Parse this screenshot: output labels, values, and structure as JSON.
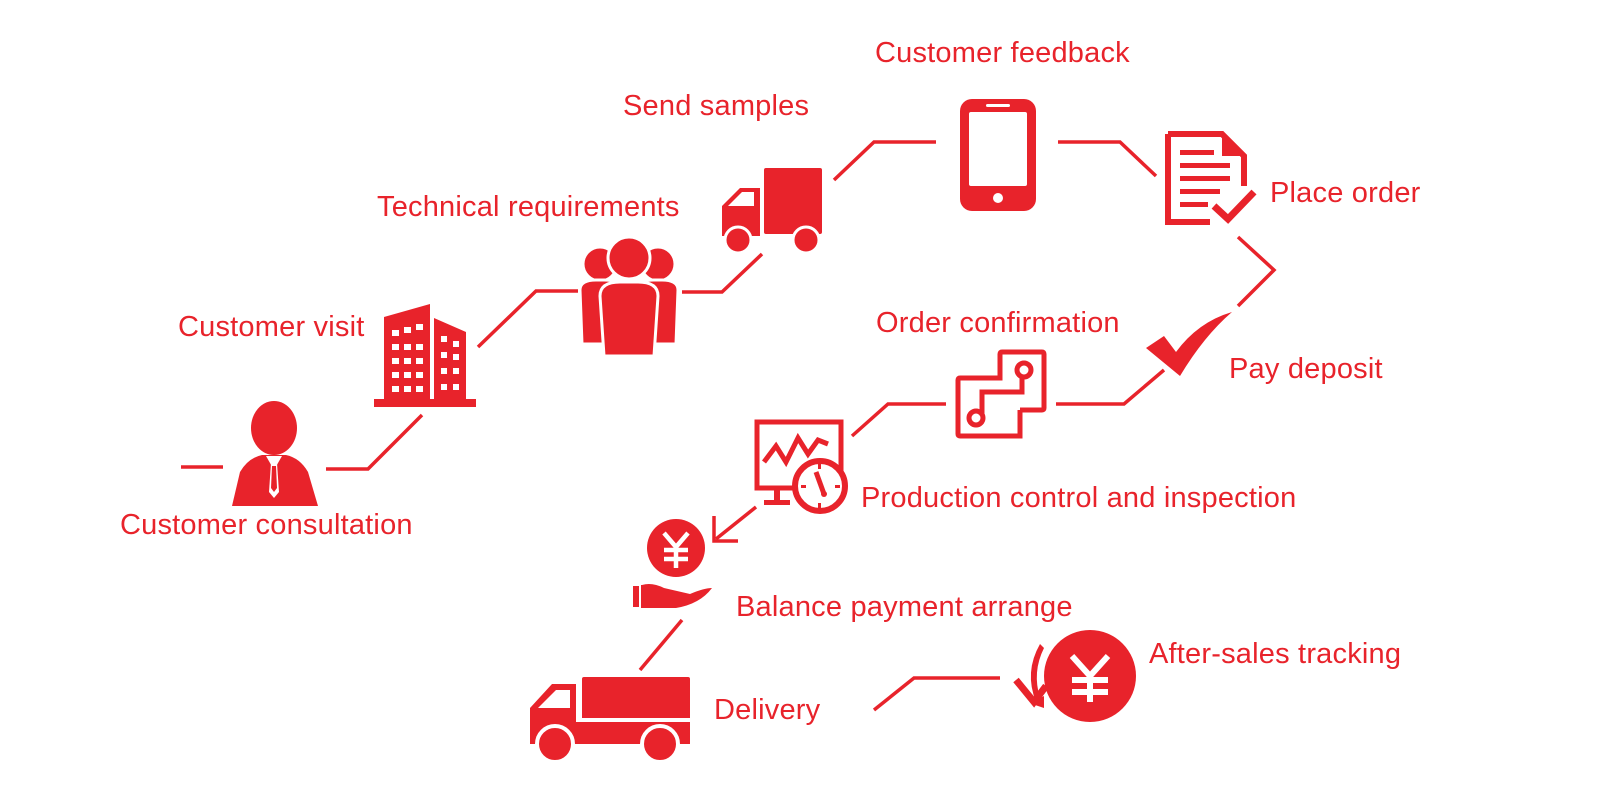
{
  "colors": {
    "accent": "#e8232b",
    "background": "#ffffff"
  },
  "steps": [
    {
      "id": "customer-consultation",
      "label": "Customer consultation",
      "icon": "businessman-icon"
    },
    {
      "id": "customer-visit",
      "label": "Customer visit",
      "icon": "office-building-icon"
    },
    {
      "id": "technical-requirements",
      "label": "Technical requirements",
      "icon": "team-group-icon"
    },
    {
      "id": "send-samples",
      "label": "Send samples",
      "icon": "delivery-truck-icon"
    },
    {
      "id": "customer-feedback",
      "label": "Customer feedback",
      "icon": "smartphone-icon"
    },
    {
      "id": "place-order",
      "label": "Place order",
      "icon": "document-check-icon"
    },
    {
      "id": "pay-deposit",
      "label": "Pay deposit",
      "icon": "checkmark-icon"
    },
    {
      "id": "order-confirmation",
      "label": "Order confirmation",
      "icon": "process-flow-icon"
    },
    {
      "id": "production-control",
      "label": "Production control and inspection",
      "icon": "monitor-chart-clock-icon"
    },
    {
      "id": "balance-payment",
      "label": "Balance payment arrange",
      "icon": "yen-hand-icon"
    },
    {
      "id": "delivery",
      "label": "Delivery",
      "icon": "delivery-truck-icon"
    },
    {
      "id": "after-sales",
      "label": "After-sales tracking",
      "icon": "yen-circle-return-icon"
    }
  ]
}
